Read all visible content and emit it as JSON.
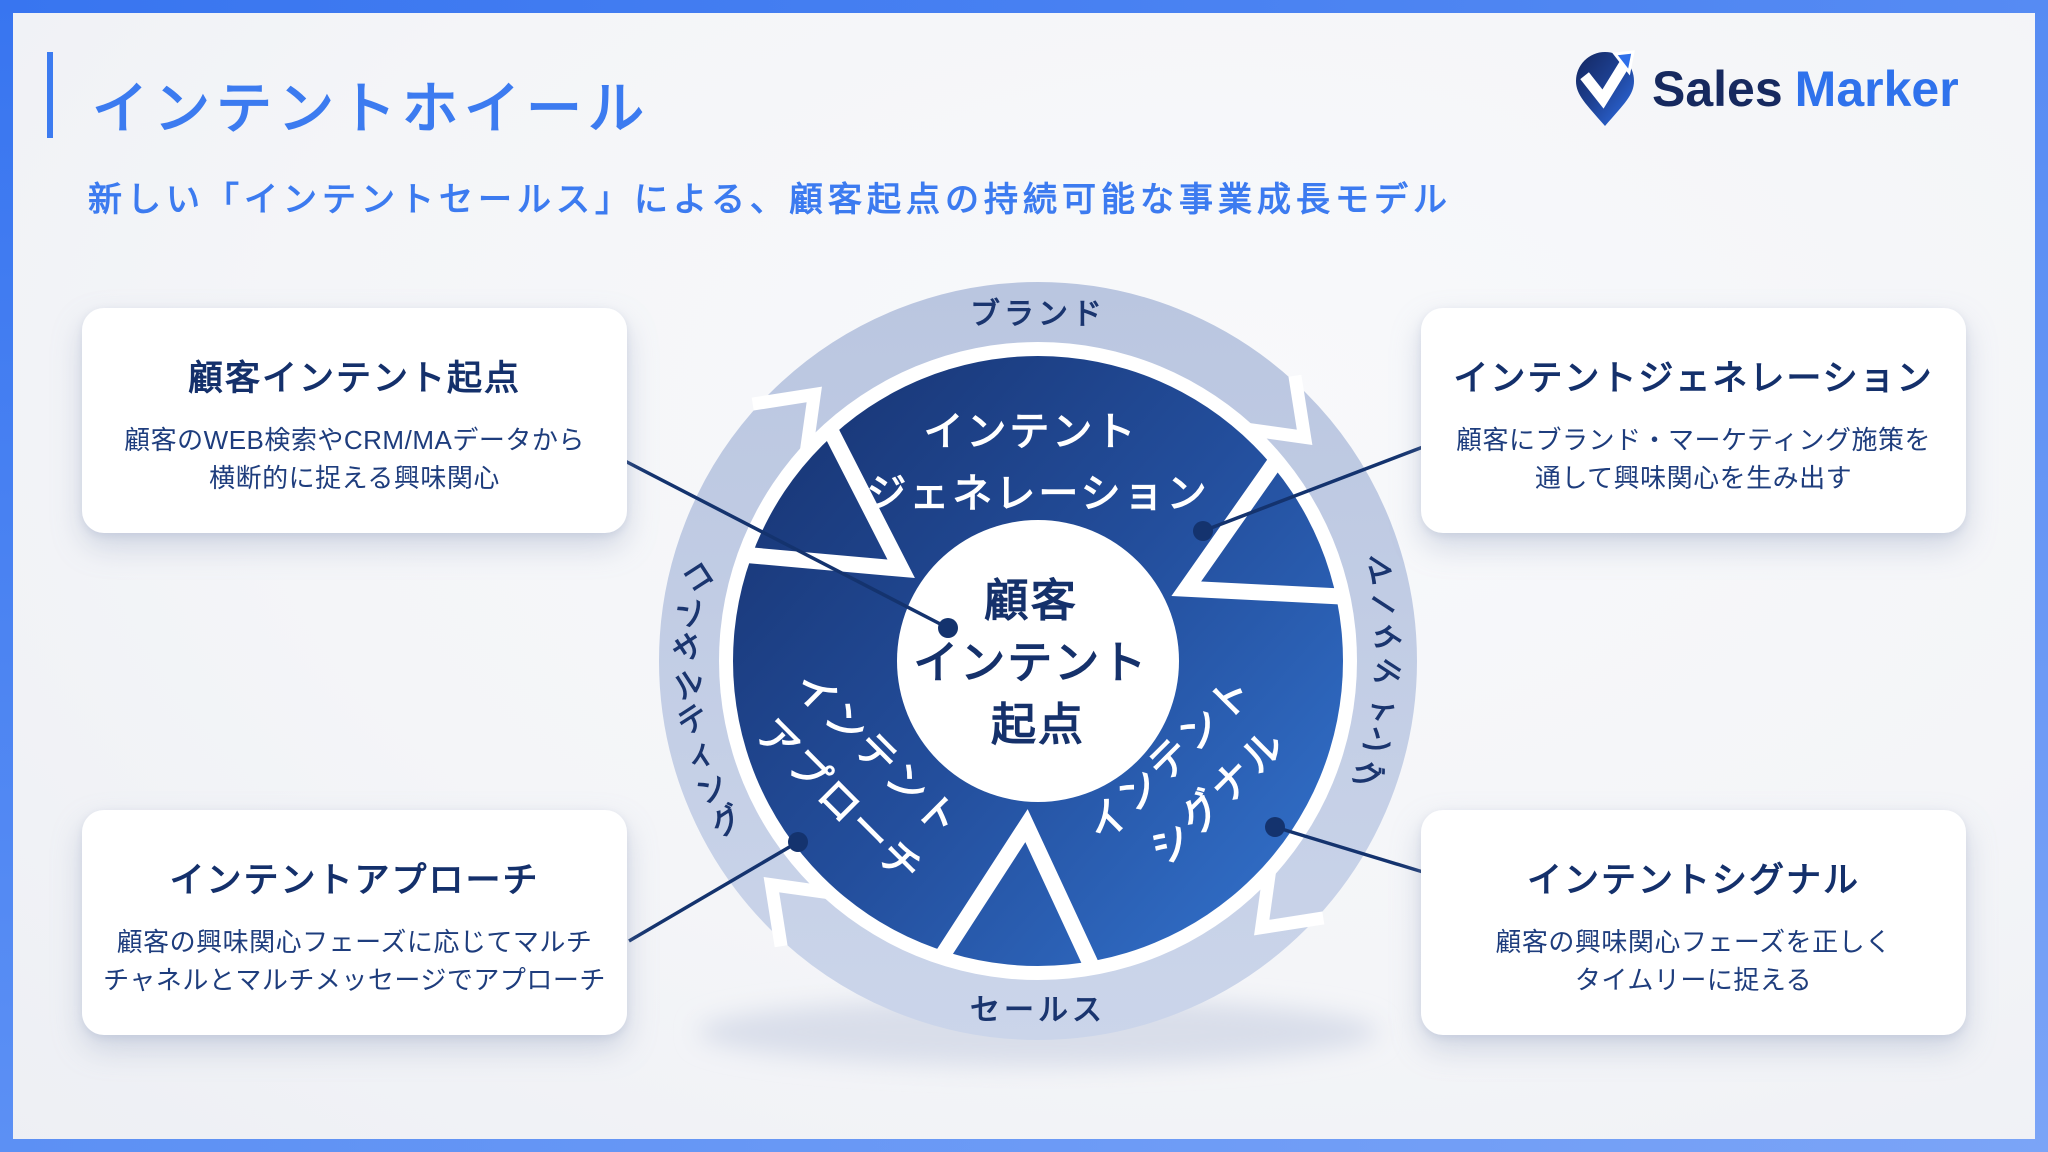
{
  "header": {
    "title": "インテントホイール",
    "subtitle": "新しい「インテントセールス」による、顧客起点の持続可能な事業成長モデル"
  },
  "logo": {
    "sales": "Sales",
    "marker": "Marker",
    "icon": "pin-check-icon"
  },
  "wheel": {
    "center_lines": [
      "顧客",
      "インテント",
      "起点"
    ],
    "segments": [
      {
        "id": "intent-generation",
        "lines": [
          "インテント",
          "ジェネレーション"
        ]
      },
      {
        "id": "intent-approach",
        "lines": [
          "インテント",
          "アプローチ"
        ]
      },
      {
        "id": "intent-signal",
        "lines": [
          "インテント",
          "シグナル"
        ]
      }
    ],
    "ring_labels": {
      "top": "ブランド",
      "right": "マーケティング",
      "bottom": "セールス",
      "left": "コンサルティング"
    }
  },
  "cards": [
    {
      "id": "customer-intent-origin",
      "title": "顧客インテント起点",
      "body_lines": [
        "顧客のWEB検索やCRM/MAデータから",
        "横断的に捉える興味関心"
      ]
    },
    {
      "id": "intent-generation",
      "title": "インテントジェネレーション",
      "body_lines": [
        "顧客にブランド・マーケティング施策を",
        "通して興味関心を生み出す"
      ]
    },
    {
      "id": "intent-approach",
      "title": "インテントアプローチ",
      "body_lines": [
        "顧客の興味関心フェーズに応じてマルチ",
        "チャネルとマルチメッセージでアプローチ"
      ]
    },
    {
      "id": "intent-signal",
      "title": "インテントシグナル",
      "body_lines": [
        "顧客の興味関心フェーズを正しく",
        "タイムリーに捉える"
      ]
    }
  ],
  "colors": {
    "accent_blue": "#3c7bf0",
    "title_navy": "#14306b",
    "body_navy": "#1e3d7d",
    "wheel_dark": "#16306c",
    "wheel_bright": "#3577d3",
    "ring_light": "#c2cde4",
    "leader_line": "#14336e",
    "frame_from": "#3875f0",
    "frame_to": "#7ba4f7",
    "logo_navy": "#16295f",
    "logo_blue": "#2f72ec"
  }
}
